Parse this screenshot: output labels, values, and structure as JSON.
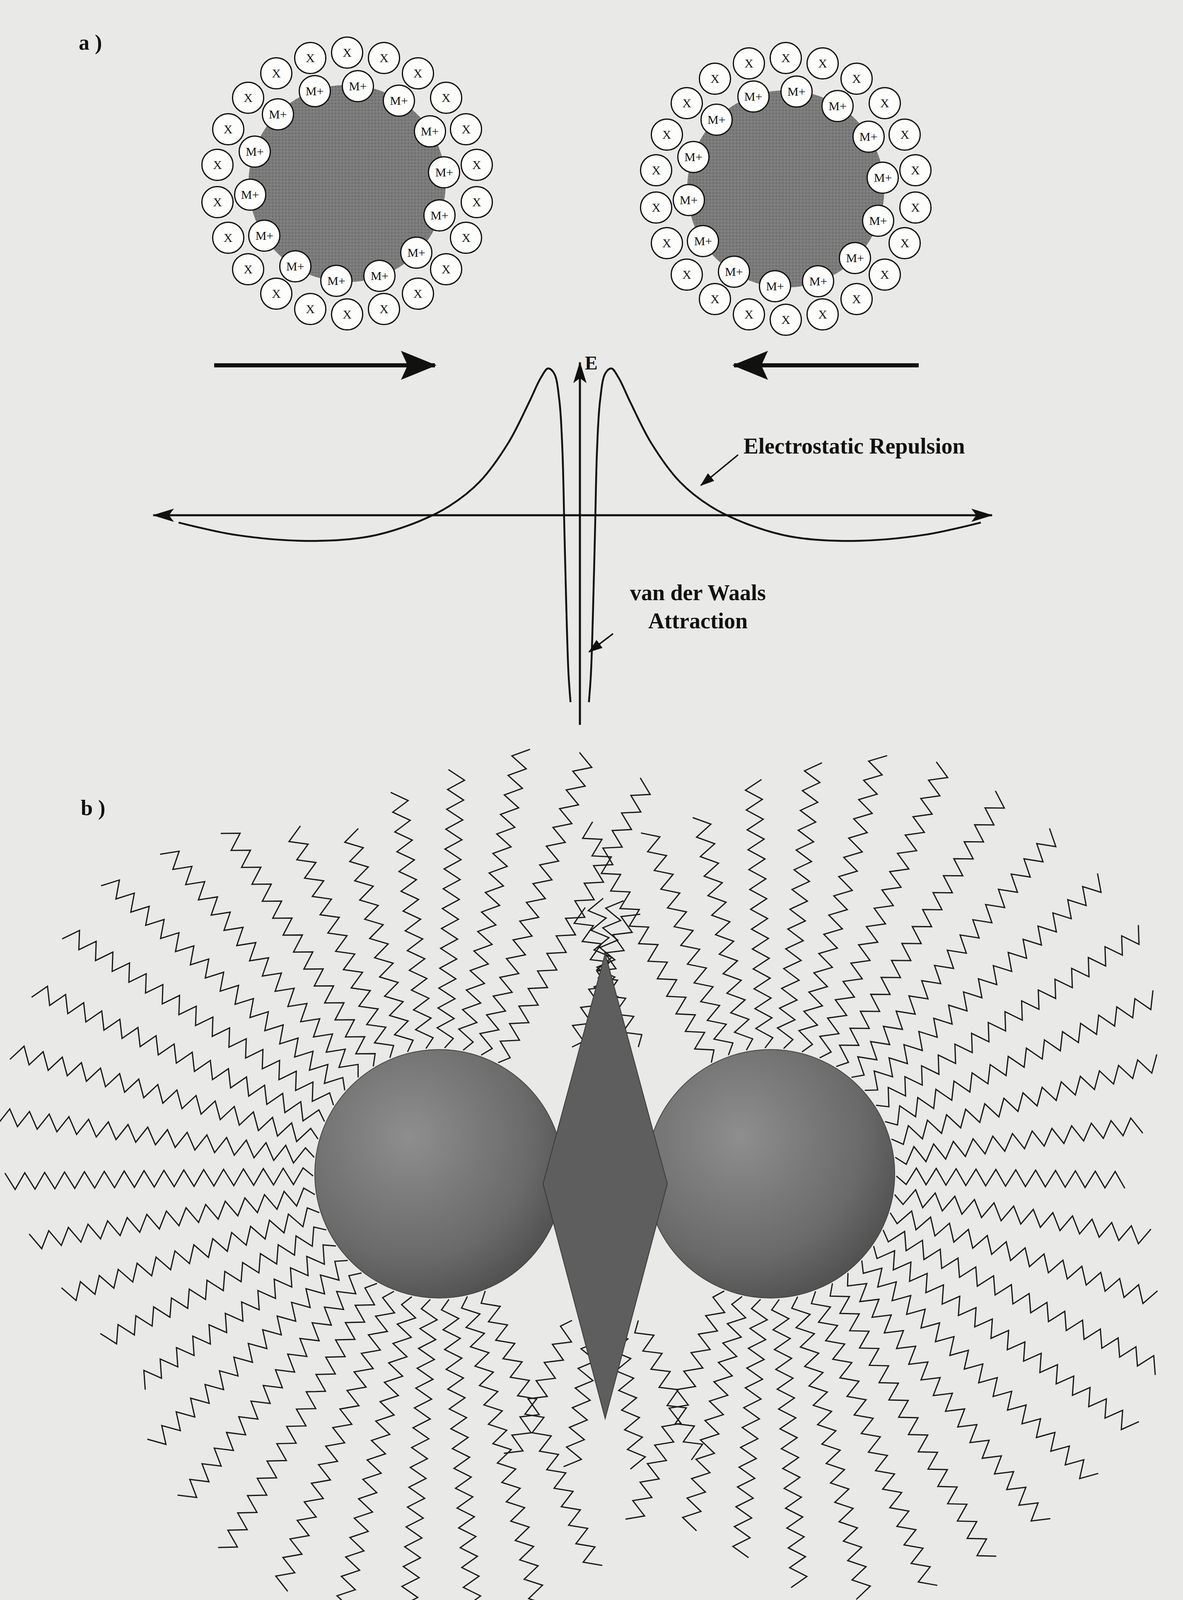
{
  "diagram": {
    "nodes": [
      {
        "text": [
          "X"
        ]
      },
      {
        "text": [
          "X"
        ]
      },
      {
        "text": [
          "X"
        ]
      },
      {
        "text": [
          "X"
        ]
      },
      {
        "text": [
          "X"
        ]
      },
      {
        "text": [
          "X"
        ]
      },
      {
        "text": [
          "X"
        ]
      },
      {
        "text": [
          "X"
        ]
      },
      {
        "text": [
          "X"
        ]
      },
      {
        "text": [
          "X"
        ]
      },
      {
        "text": [
          "X"
        ]
      },
      {
        "text": [
          "X"
        ]
      },
      {
        "text": [
          "X"
        ]
      },
      {
        "text": [
          "X"
        ]
      },
      {
        "text": [
          "X"
        ]
      },
      {
        "text": [
          "X"
        ]
      },
      {
        "text": [
          "X"
        ]
      },
      {
        "text": [
          "X"
        ]
      },
      {
        "text": [
          "X"
        ]
      },
      {
        "text": [
          "X"
        ]
      },
      {
        "text": [
          "X"
        ]
      },
      {
        "text": [
          "X"
        ]
      },
      {
        "text": [
          "M+"
        ]
      },
      {
        "text": [
          "M+"
        ]
      },
      {
        "text": [
          "M+"
        ]
      },
      {
        "text": [
          "M+"
        ]
      },
      {
        "text": [
          "M+"
        ]
      },
      {
        "text": [
          "M+"
        ]
      },
      {
        "text": [
          "M+"
        ]
      },
      {
        "text": [
          "M+"
        ]
      },
      {
        "text": [
          "M+"
        ]
      },
      {
        "text": [
          "M+"
        ]
      },
      {
        "text": [
          "M+"
        ]
      },
      {
        "text": [
          "M+"
        ]
      },
      {
        "text": [
          "M+"
        ]
      },
      {
        "text": [
          "M+"
        ]
      },
      {
        "text": [
          "X"
        ]
      },
      {
        "text": [
          "X"
        ]
      },
      {
        "text": [
          "X"
        ]
      },
      {
        "text": [
          "X"
        ]
      },
      {
        "text": [
          "X"
        ]
      },
      {
        "text": [
          "X"
        ]
      },
      {
        "text": [
          "X"
        ]
      },
      {
        "text": [
          "X"
        ]
      },
      {
        "text": [
          "X"
        ]
      },
      {
        "text": [
          "X"
        ]
      },
      {
        "text": [
          "X"
        ]
      },
      {
        "text": [
          "X"
        ]
      },
      {
        "text": [
          "X"
        ]
      },
      {
        "text": [
          "X"
        ]
      },
      {
        "text": [
          "X"
        ]
      },
      {
        "text": [
          "X"
        ]
      },
      {
        "text": [
          "X"
        ]
      },
      {
        "text": [
          "X"
        ]
      },
      {
        "text": [
          "X"
        ]
      },
      {
        "text": [
          "X"
        ]
      },
      {
        "text": [
          "X"
        ]
      },
      {
        "text": [
          "X"
        ]
      },
      {
        "text": [
          "M+"
        ]
      },
      {
        "text": [
          "M+"
        ]
      },
      {
        "text": [
          "M+"
        ]
      },
      {
        "text": [
          "M+"
        ]
      },
      {
        "text": [
          "M+"
        ]
      },
      {
        "text": [
          "M+"
        ]
      },
      {
        "text": [
          "M+"
        ]
      },
      {
        "text": [
          "M+"
        ]
      },
      {
        "text": [
          "M+"
        ]
      },
      {
        "text": [
          "M+"
        ]
      },
      {
        "text": [
          "M+"
        ]
      },
      {
        "text": [
          "M+"
        ]
      },
      {
        "text": [
          "M+"
        ]
      },
      {
        "text": [
          "M+"
        ]
      }
    ],
    "labels": [
      "a )",
      "E",
      "Electrostatic Repulsion",
      "van der Waals Attraction",
      "b )"
    ]
  }
}
